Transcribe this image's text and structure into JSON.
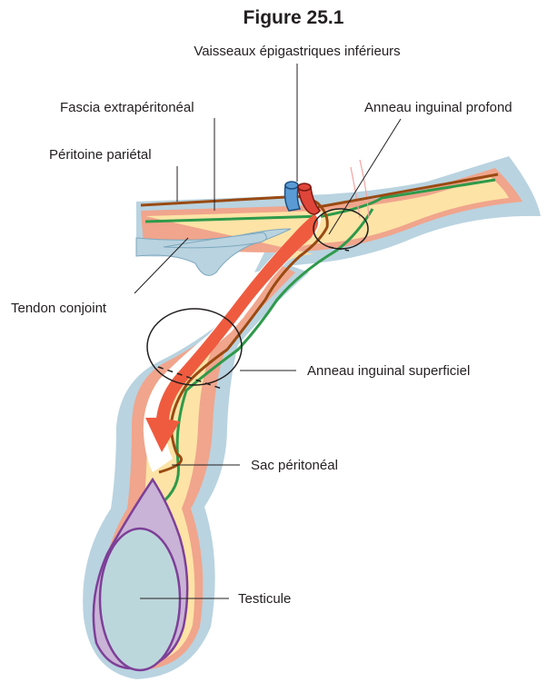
{
  "title": "Figure 25.1",
  "labels": {
    "vessels": "Vaisseaux épigastriques inférieurs",
    "fascia": "Fascia extrapéritonéal",
    "deep_ring": "Anneau inguinal profond",
    "peritoneum": "Péritoine pariétal",
    "tendon": "Tendon conjoint",
    "superficial_ring": "Anneau inguinal superficiel",
    "sac": "Sac péritonéal",
    "testis": "Testicule"
  },
  "colors": {
    "outer_blue": "#b9d3e0",
    "muscle_salmon": "#f0a58c",
    "fat_yellow": "#fde3a6",
    "fascia_green": "#2e9a4a",
    "peritoneum_brown": "#9a4a12",
    "arrow_red": "#ef5b3f",
    "vein_blue": "#5b9bd5",
    "artery_red": "#e0453a",
    "testis_fill": "#bcd7dc",
    "tunica_purple": "#7d3f98",
    "tunica_fill": "#c9b3d6",
    "cord_pink": "#f5a3a0"
  }
}
